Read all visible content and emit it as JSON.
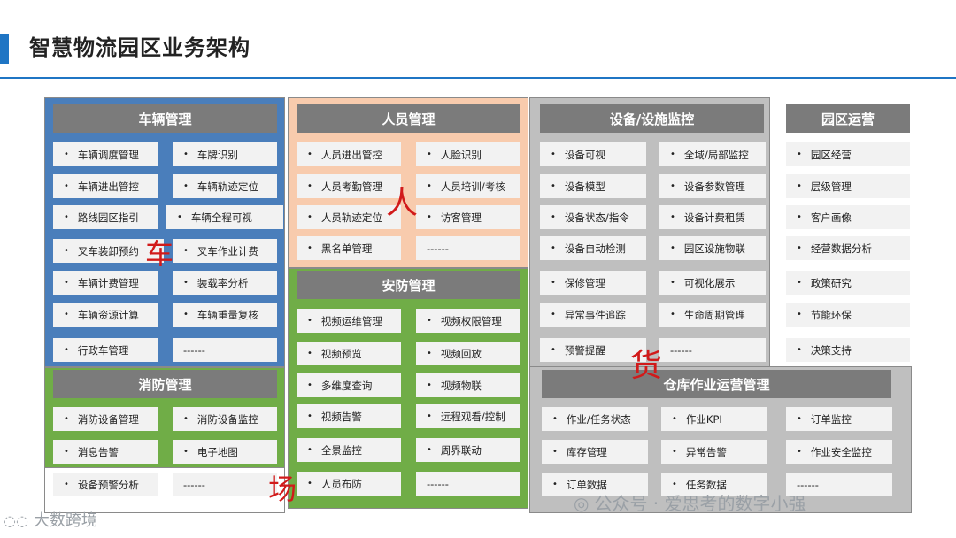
{
  "title": "智慧物流园区业务架构",
  "sections": {
    "vehicle": {
      "header": "车辆管理",
      "items": [
        "车辆调度管理",
        "车牌识别",
        "车辆进出管控",
        "车辆轨迹定位",
        "路线园区指引",
        "车辆全程可视",
        "叉车装卸预约",
        "叉车作业计费",
        "车辆计费管理",
        "装载率分析",
        "车辆资源计算",
        "车辆重量复核",
        "行政车管理",
        "------"
      ],
      "color": "#4a7ebb"
    },
    "personnel": {
      "header": "人员管理",
      "items": [
        "人员进出管控",
        "人脸识别",
        "人员考勤管理",
        "人员培训/考核",
        "人员轨迹定位",
        "访客管理",
        "黑名单管理",
        "------"
      ],
      "color": "#f8cbad"
    },
    "equipment": {
      "header": "设备/设施监控",
      "items": [
        "设备可视",
        "全域/局部监控",
        "设备模型",
        "设备参数管理",
        "设备状态/指令",
        "设备计费租赁",
        "设备自动检测",
        "园区设施物联",
        "保修管理",
        "可视化展示",
        "异常事件追踪",
        "生命周期管理",
        "预警提醒",
        "------"
      ],
      "color": "#bfbfbf"
    },
    "park": {
      "header": "园区运营",
      "items": [
        "园区经营",
        "层级管理",
        "客户画像",
        "经营数据分析",
        "政策研究",
        "节能环保",
        "决策支持"
      ]
    },
    "fire": {
      "header": "消防管理",
      "items": [
        "消防设备管理",
        "消防设备监控",
        "消息告警",
        "电子地图",
        "设备预警分析",
        "------"
      ],
      "color": "#70ad47"
    },
    "security": {
      "header": "安防管理",
      "items": [
        "视频运维管理",
        "视频权限管理",
        "视频预览",
        "视频回放",
        "多维度查询",
        "视频物联",
        "视频告警",
        "远程观看/控制",
        "全景监控",
        "周界联动",
        "人员布防",
        "------"
      ],
      "color": "#70ad47"
    },
    "warehouse": {
      "header": "仓库作业运营管理",
      "items": [
        "作业/任务状态",
        "作业KPI",
        "订单监控",
        "库存管理",
        "异常告警",
        "作业安全监控",
        "订单数据",
        "任务数据",
        "------"
      ]
    }
  },
  "annotations": {
    "vehicle": "车",
    "personnel": "人",
    "goods": "货",
    "site": "场"
  },
  "watermarks": {
    "bottom_left": "大数跨境",
    "bottom_right": "公众号 · 爱思考的数字小强"
  }
}
